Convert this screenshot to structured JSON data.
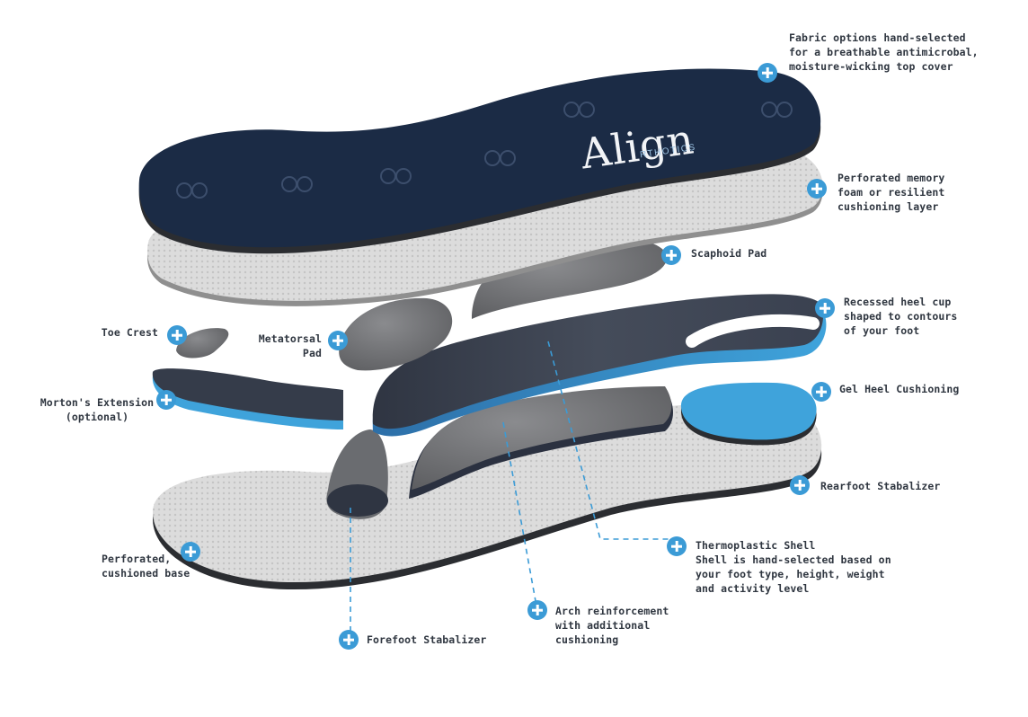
{
  "brand": {
    "name": "Align",
    "sub": "RTHOTICS"
  },
  "labels": {
    "fabric": [
      "Fabric options hand-selected",
      "for a breathable antimicrobal,",
      "moisture-wicking top cover"
    ],
    "foam": [
      "Perforated memory",
      "foam or resilient",
      "cushioning layer"
    ],
    "scaphoid": [
      "Scaphoid Pad"
    ],
    "heelcup": [
      "Recessed heel cup",
      "shaped to contours",
      "of your foot"
    ],
    "toecrest": [
      "Toe Crest"
    ],
    "metatarsal": [
      "Metatorsal",
      "Pad"
    ],
    "gelheel": [
      "Gel Heel Cushioning"
    ],
    "morton": [
      "Morton's Extension",
      "(optional)"
    ],
    "rearfoot": [
      "Rearfoot Stabalizer"
    ],
    "shell": [
      "Thermoplastic Shell",
      "Shell is hand-selected based on",
      "your foot type, height, weight",
      "and activity level"
    ],
    "base": [
      "Perforated,",
      "cushioned base"
    ],
    "arch": [
      "Arch reinforcement",
      "with additional",
      "cushioning"
    ],
    "forefoot": [
      "Forefoot Stabalizer"
    ]
  },
  "colors": {
    "accent": "#3b9bd6",
    "top_cover": "#1b2b45",
    "shell": "#3a4150",
    "foam": "#dadada",
    "pad": "#6d6e71",
    "gel": "#3fa3db"
  }
}
